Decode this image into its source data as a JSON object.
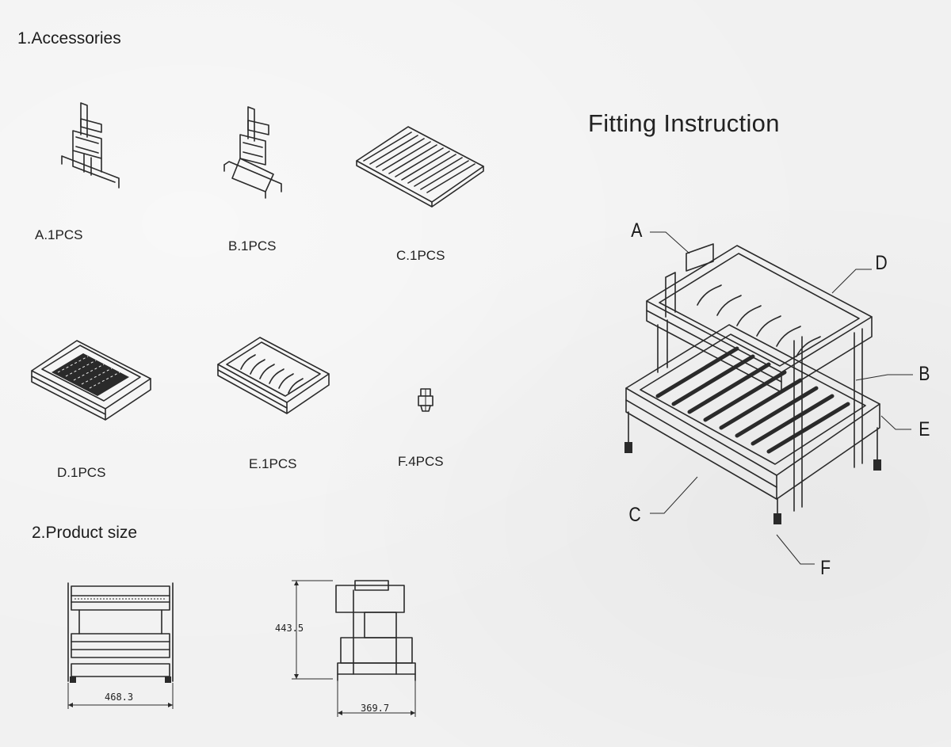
{
  "sections": {
    "accessories_heading": "1.Accessories",
    "product_size_heading": "2.Product size",
    "fitting_title": "Fitting Instruction"
  },
  "accessories": [
    {
      "id": "A",
      "label": "A.1PCS"
    },
    {
      "id": "B",
      "label": "B.1PCS"
    },
    {
      "id": "C",
      "label": "C.1PCS"
    },
    {
      "id": "D",
      "label": "D.1PCS"
    },
    {
      "id": "E",
      "label": "E.1PCS"
    },
    {
      "id": "F",
      "label": "F.4PCS"
    }
  ],
  "dimensions": {
    "front_width": "468.3",
    "side_height": "443.5",
    "side_depth": "369.7"
  },
  "callouts": [
    "A",
    "B",
    "C",
    "D",
    "E",
    "F"
  ]
}
